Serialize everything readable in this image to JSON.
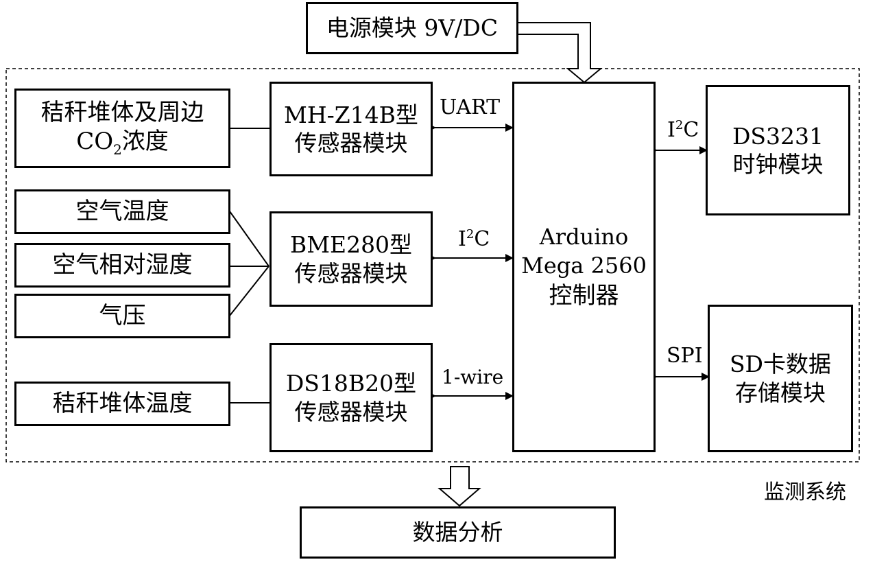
{
  "diagram": {
    "power": {
      "label": "电源模块 9V/DC"
    },
    "system_caption": "监测系统",
    "output": {
      "label": "数据分析"
    },
    "controller": {
      "line1": "Arduino",
      "line2": "Mega 2560",
      "line3": "控制器"
    },
    "measurements": {
      "co2": {
        "line1": "秸秆堆体及周边",
        "line2_pre": "CO",
        "line2_sub": "2",
        "line2_post": "浓度"
      },
      "air_temp": "空气温度",
      "air_humidity": "空气相对湿度",
      "pressure": "气压",
      "pile_temp": "秸秆堆体温度"
    },
    "sensors": {
      "mhz14b": {
        "line1": "MH-Z14B型",
        "line2": "传感器模块"
      },
      "bme280": {
        "line1": "BME280型",
        "line2": "传感器模块"
      },
      "ds18b20": {
        "line1": "DS18B20型",
        "line2": "传感器模块"
      }
    },
    "peripherals": {
      "ds3231": {
        "line1": "DS3231",
        "line2": "时钟模块"
      },
      "sd": {
        "line1": "SD卡数据",
        "line2": "存储模块"
      }
    },
    "interfaces": {
      "uart": "UART",
      "i2c_left_pre": "I",
      "i2c_left_sup": "2",
      "i2c_left_post": "C",
      "onewire": "1-wire",
      "i2c_right_pre": "I",
      "i2c_right_sup": "2",
      "i2c_right_post": "C",
      "spi": "SPI"
    }
  }
}
